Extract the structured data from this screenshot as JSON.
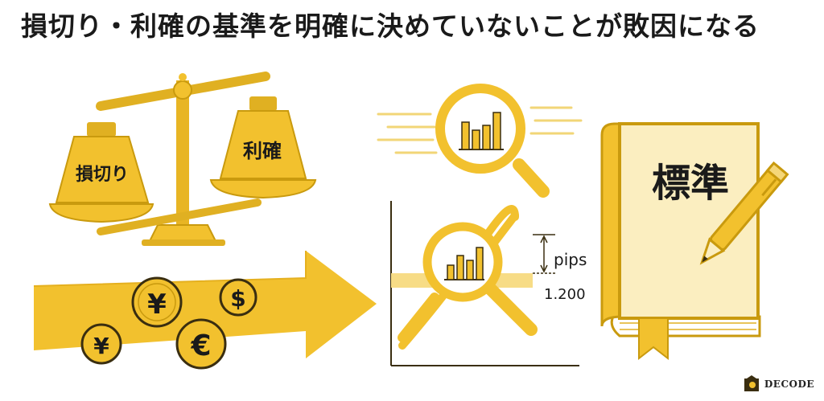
{
  "title": "損切り・利確の基準を明確に決めていないことが敗因になる",
  "scale": {
    "left_weight_label": "損切り",
    "right_weight_label": "利確"
  },
  "coins": {
    "yen": "¥",
    "dollar": "$",
    "euro": "€"
  },
  "chart": {
    "pips_label": "pips",
    "price_label": "1.200"
  },
  "book": {
    "title": "標準"
  },
  "logo": {
    "text": "DECODE"
  },
  "colors": {
    "gold": "#f2c12e",
    "gold_dark": "#c99a0e",
    "cream": "#fbeec0",
    "outline": "#3a2e10"
  }
}
